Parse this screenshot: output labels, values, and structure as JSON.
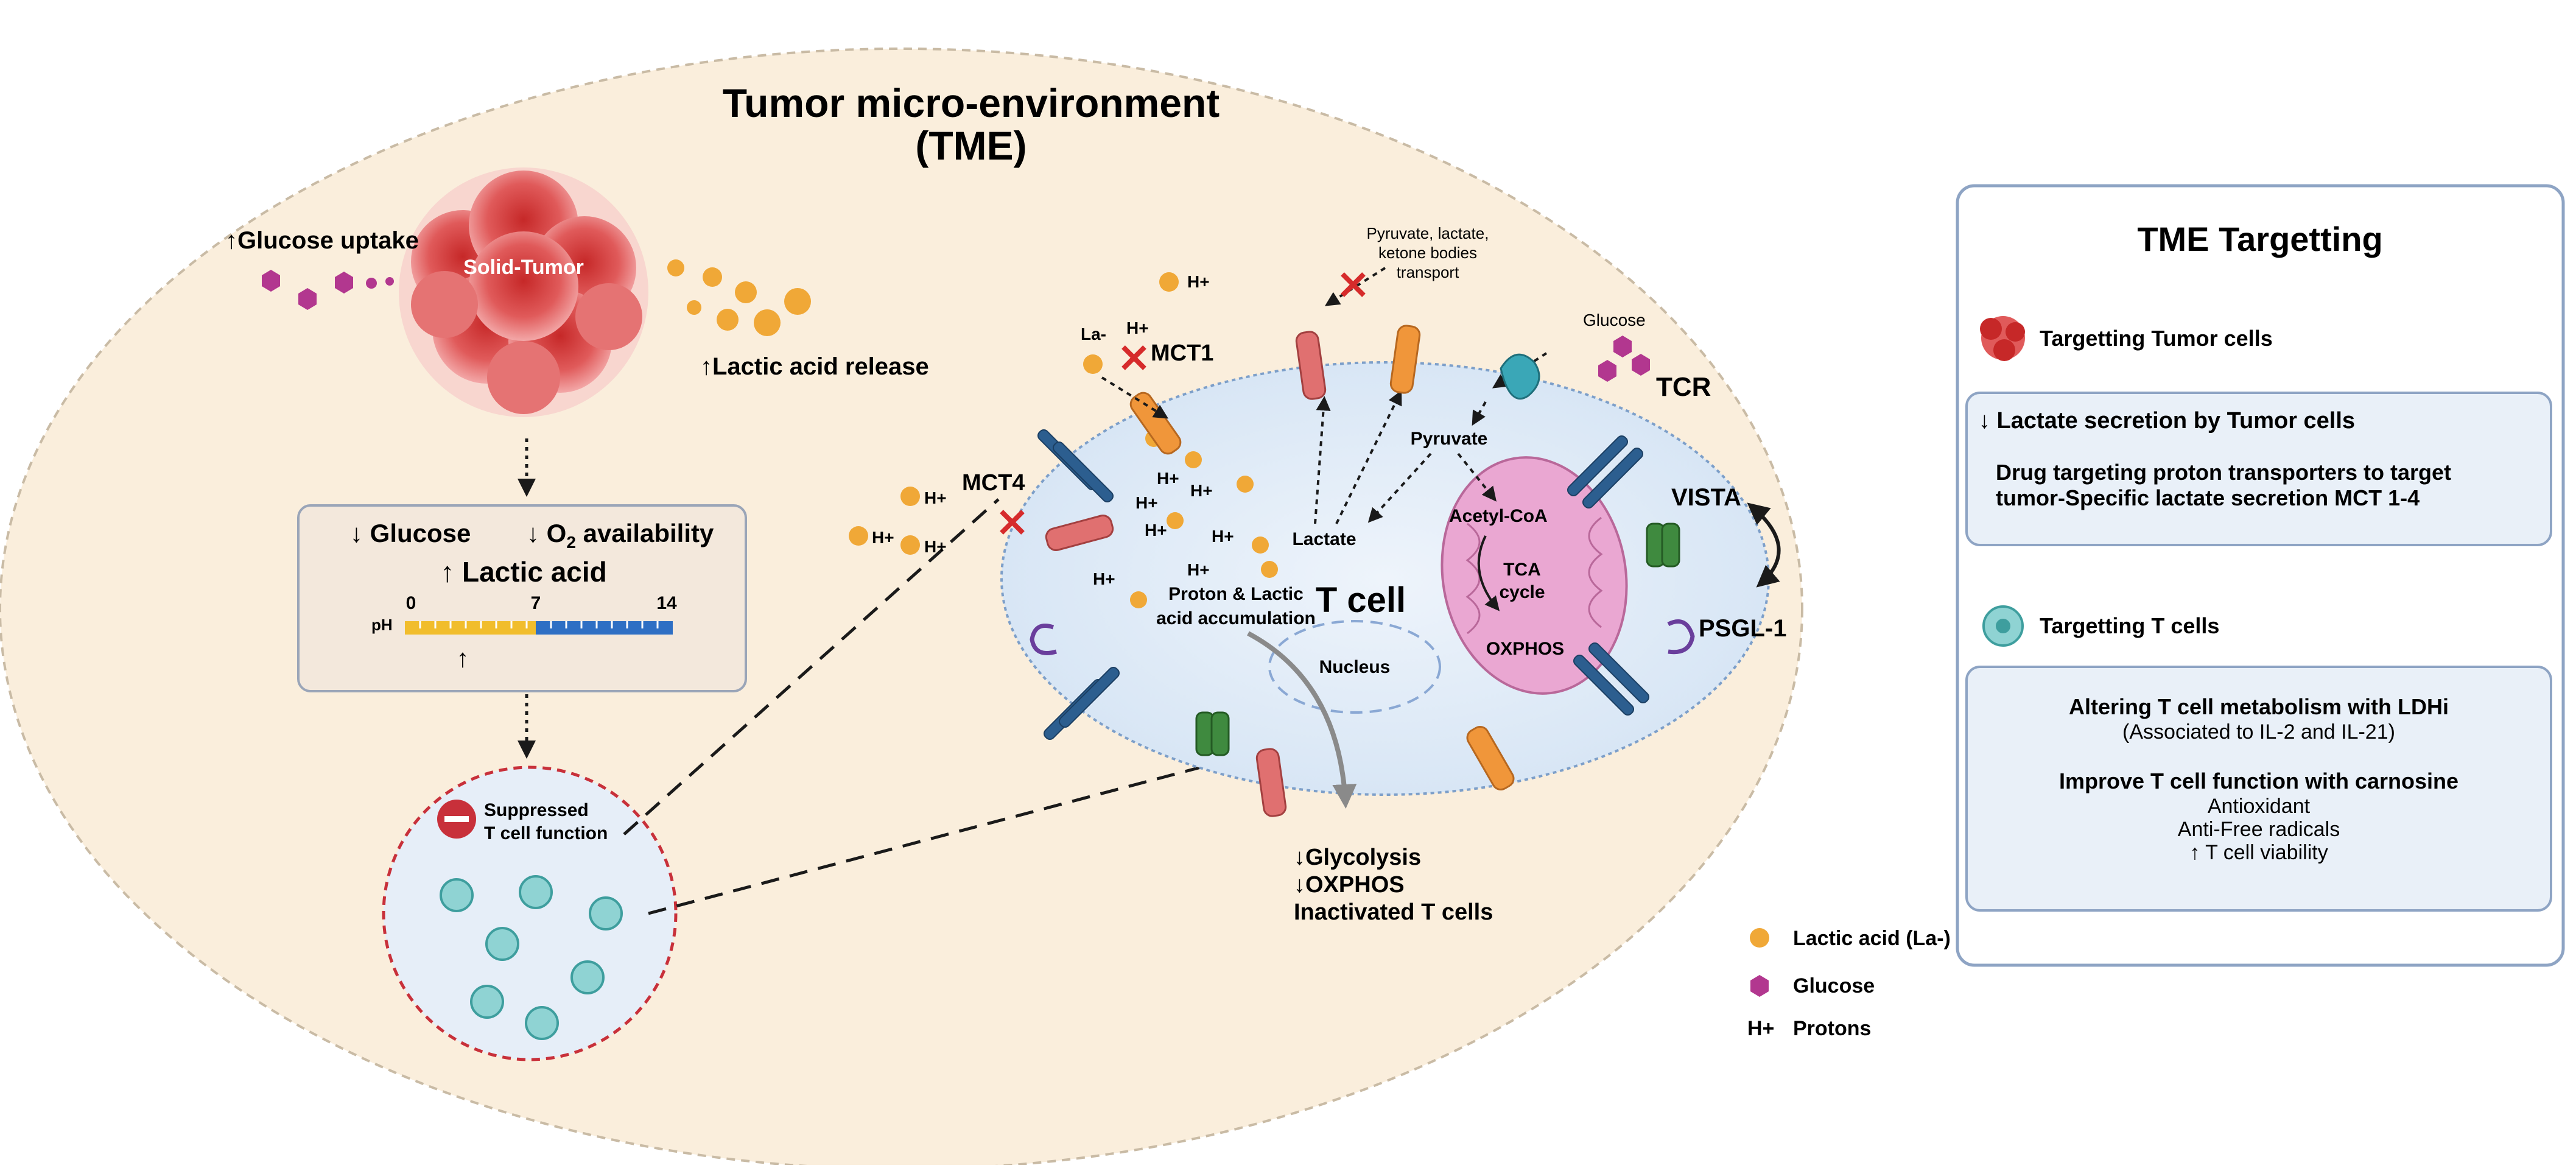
{
  "colors": {
    "tme_fill": "#faeedc",
    "tme_stroke": "#c9bba5",
    "tcell_fill": "#e3edf8",
    "tcell_stroke": "#7d9fc9",
    "tumor_red": "#d94b4b",
    "lactate_orange": "#f0a837",
    "glucose_magenta": "#b2378f",
    "mito_pink": "#eaa7d2",
    "panel_fill": "#e9f0f8",
    "panel_stroke": "#8ea4c4",
    "block_red": "#d62b2b",
    "suppressed_red": "#c8303a",
    "ph_yellow": "#f1bd2c",
    "ph_blue": "#2e6fc4"
  },
  "tme": {
    "title_line1": "Tumor micro-environment",
    "title_line2": "(TME)",
    "glucose_uptake": "↑Glucose uptake",
    "solid_tumor": "Solid-Tumor",
    "lactic_acid_release": "↑Lactic acid release",
    "conditions": {
      "glucose": "↓ Glucose",
      "o2": "↓ O",
      "o2_sub": "2",
      "o2_suffix": " availability",
      "lactic_acid": "↑ Lactic acid",
      "ph_label": "pH",
      "ph_0": "0",
      "ph_7": "7",
      "ph_14": "14",
      "ph_arrow": "↑"
    },
    "suppressed": {
      "line1": "Suppressed",
      "line2": "T cell function"
    }
  },
  "tcell": {
    "label": "T cell",
    "nucleus": "Nucleus",
    "mct1": "MCT1",
    "mct4": "MCT4",
    "tcr": "TCR",
    "vista": "VISTA",
    "psgl1": "PSGL-1",
    "la_minus": "La-",
    "h_plus": "H+",
    "pyruvate_transport_l1": "Pyruvate, lactate,",
    "pyruvate_transport_l2": "ketone bodies",
    "pyruvate_transport_l3": "transport",
    "glucose": "Glucose",
    "pyruvate": "Pyruvate",
    "acetyl_coa": "Acetyl-CoA",
    "lactate": "Lactate",
    "tca_l1": "TCA",
    "tca_l2": "cycle",
    "oxphos": "OXPHOS",
    "accumulation_l1": "Proton & Lactic",
    "accumulation_l2": "acid accumulation",
    "outcome_l1": "↓Glycolysis",
    "outcome_l2": "↓OXPHOS",
    "outcome_l3": "Inactivated T cells"
  },
  "legend": {
    "lactic_acid": "Lactic acid (La-)",
    "glucose": "Glucose",
    "protons_symbol": "H+",
    "protons": "Protons"
  },
  "panel": {
    "title": "TME Targetting",
    "tumor_heading": "Targetting Tumor cells",
    "box1_line1": "↓ Lactate secretion by Tumor cells",
    "box1_line2": "Drug targeting proton transporters to target",
    "box1_line3": "tumor-Specific lactate secretion MCT 1-4",
    "tcell_heading": "Targetting T cells",
    "box2_line1": "Altering T cell metabolism with LDHi",
    "box2_line2": "(Associated to IL-2 and IL-21)",
    "box2_line3": "Improve T cell function with carnosine",
    "box2_line4": "Antioxidant",
    "box2_line5": "Anti-Free radicals",
    "box2_line6": "↑ T cell viability"
  }
}
